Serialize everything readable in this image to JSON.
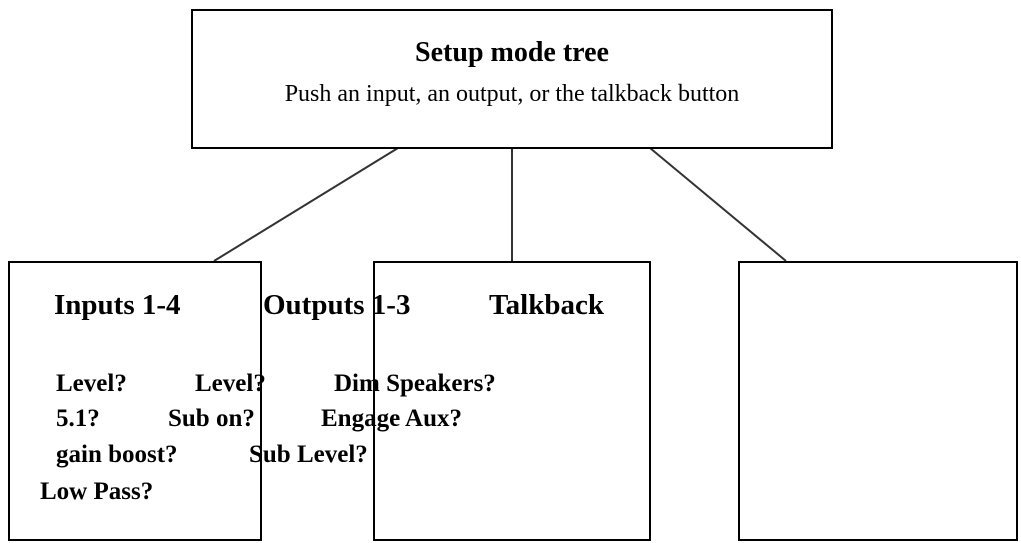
{
  "root": {
    "title": "Setup mode tree",
    "subtitle": "Push an input, an output, or the talkback button"
  },
  "branches": [
    {
      "heading": "Inputs 1-4",
      "items": [
        "Level?",
        "5.1?",
        "gain boost?",
        "Low Pass?"
      ]
    },
    {
      "heading": "Outputs 1-3",
      "items": [
        "Level?",
        "Sub on?",
        "Sub Level?"
      ]
    },
    {
      "heading": "Talkback",
      "items": [
        "Dim Speakers?",
        "Engage Aux?"
      ]
    }
  ],
  "colors": {
    "line": "#000000",
    "background": "#ffffff"
  }
}
